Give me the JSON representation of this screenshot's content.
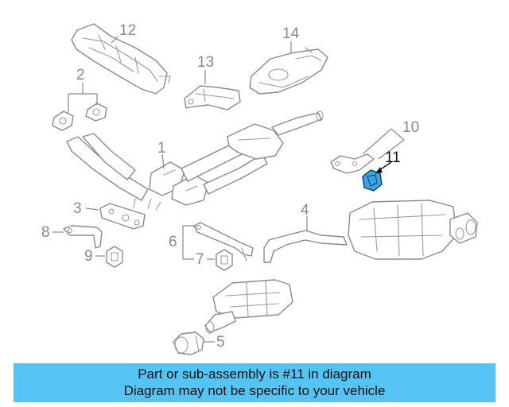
{
  "diagram": {
    "callouts": {
      "c1": "1",
      "c2": "2",
      "c3": "3",
      "c4": "4",
      "c5": "5",
      "c6": "6",
      "c7": "7",
      "c8": "8",
      "c9": "9",
      "c10": "10",
      "c11": "11",
      "c12": "12",
      "c13": "13",
      "c14": "14"
    },
    "highlight_color": "#3aa3e0"
  },
  "banner": {
    "line1": "Part or sub-assembly is #11 in diagram",
    "line2": "Diagram may not be specific to your vehicle",
    "color": "#56c3f5"
  }
}
